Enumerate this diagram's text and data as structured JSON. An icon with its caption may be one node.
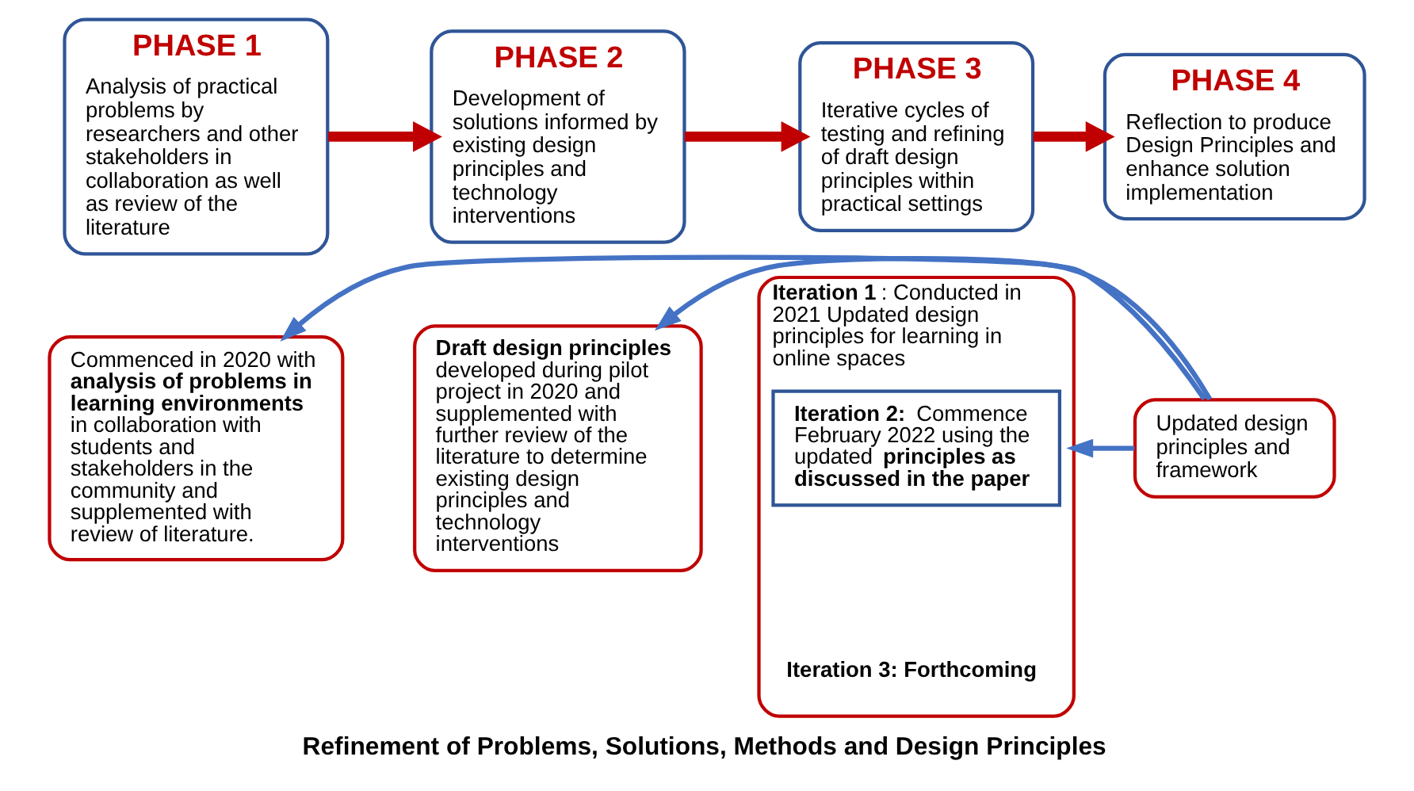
{
  "diagram": {
    "caption": "Refinement of Problems, Solutions, Methods and Design Principles",
    "nodes": [
      {
        "text": [
          "PHASE 1",
          "Analysis of practical problems by researchers and other stakeholders in collaboration as well as review of the literature"
        ]
      },
      {
        "text": [
          "PHASE 2",
          "Development of solutions informed by existing design principles and technology interventions"
        ]
      },
      {
        "text": [
          "PHASE 3",
          "Iterative cycles of testing and refining of draft design principles within practical settings"
        ]
      },
      {
        "text": [
          "PHASE 4",
          "Reflection to produce Design Principles and enhance solution implementation"
        ]
      },
      {
        "text": [
          "Commenced in 2020 with **analysis of problems in learning environments** in collaboration with students and stakeholders in the community and supplemented with review of literature."
        ]
      },
      {
        "text": [
          "**Draft design principles** developed during pilot project in 2020 and supplemented with further review of the literature to determine existing design principles and technology interventions"
        ]
      },
      {
        "text": [
          "**Iteration 1**: Conducted in 2021 Updated design principles for learning in online spaces",
          "**Iteration 3: Forthcoming**"
        ]
      },
      {
        "text": [
          "Updated design principles and framework"
        ]
      },
      {
        "text": [
          "**Iteration 2:** Commence February 2022 using the updated **principles as discussed in the paper**"
        ],
        "in": 6
      }
    ],
    "edges": [
      {
        "from": 0,
        "to": 1,
        "arrow": "to",
        "style": "thick",
        "color": "#c00000"
      },
      {
        "from": 1,
        "to": 2,
        "arrow": "to",
        "style": "thick",
        "color": "#c00000"
      },
      {
        "from": 2,
        "to": 3,
        "arrow": "to",
        "style": "thick",
        "color": "#c00000"
      },
      {
        "from": 7,
        "to": 4,
        "arrow": "to",
        "color": "#4472c4"
      },
      {
        "from": 7,
        "to": 5,
        "arrow": "to",
        "color": "#4472c4"
      },
      {
        "from": 7,
        "to": 6,
        "arrow": "to",
        "color": "#4472c4"
      }
    ]
  }
}
